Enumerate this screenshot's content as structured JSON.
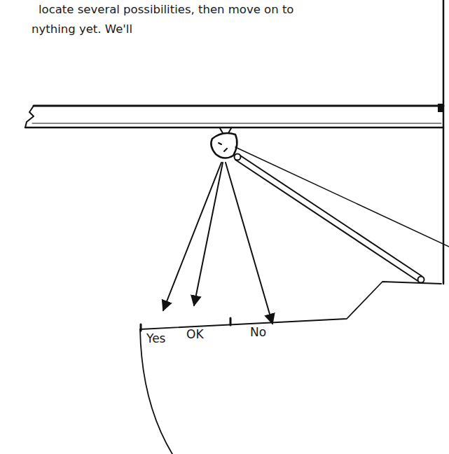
{
  "diagram": {
    "labels": [
      "locate several possibilities, then move on to",
      "nything yet. We'll",
      "Yes",
      "OK",
      "No"
    ]
  }
}
